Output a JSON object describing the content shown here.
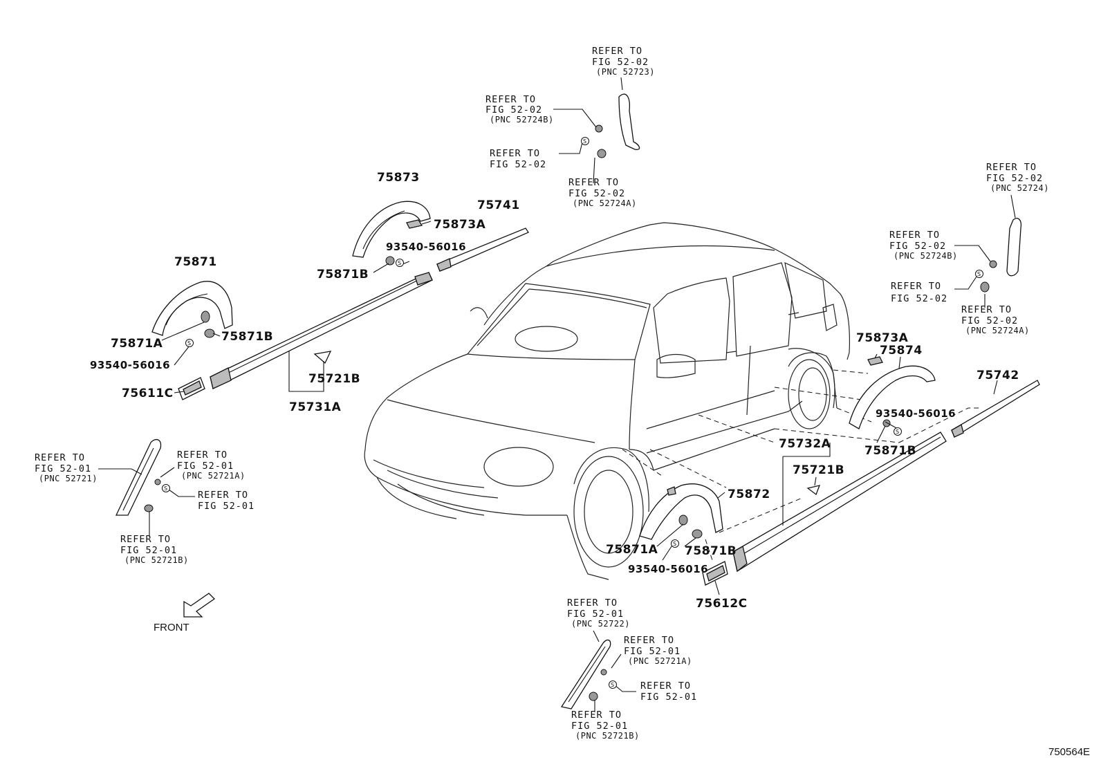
{
  "diagram_id": "750564E",
  "front_label": "FRONT",
  "s_mark": "S",
  "parts": {
    "p75873": "75873",
    "p75741": "75741",
    "p75873A_1": "75873A",
    "p93540_1": "93540-56016",
    "p75871B_1": "75871B",
    "p75871": "75871",
    "p75871A_1": "75871A",
    "p75871B_2": "75871B",
    "p93540_2": "93540-56016",
    "p75721B_1": "75721B",
    "p75611C": "75611C",
    "p75731A": "75731A",
    "p75873A_2": "75873A",
    "p75874": "75874",
    "p75742": "75742",
    "p93540_3": "93540-56016",
    "p75871B_3": "75871B",
    "p75732A": "75732A",
    "p75721B_2": "75721B",
    "p75872": "75872",
    "p75871A_2": "75871A",
    "p75871B_4": "75871B",
    "p93540_4": "93540-56016",
    "p75612C": "75612C"
  },
  "refs": {
    "top_main": [
      "REFER TO",
      "FIG 52-02",
      "(PNC 52723)"
    ],
    "top_left_a": [
      "REFER TO",
      "FIG 52-02",
      "(PNC 52724B)"
    ],
    "top_left_b": [
      "REFER TO",
      "FIG 52-02"
    ],
    "top_bottom": [
      "REFER TO",
      "FIG 52-02",
      "(PNC 52724A)"
    ],
    "right_main": [
      "REFER TO",
      "FIG 52-02",
      "(PNC 52724)"
    ],
    "right_a": [
      "REFER TO",
      "FIG 52-02",
      "(PNC 52724B)"
    ],
    "right_b": [
      "REFER TO",
      "FIG 52-02"
    ],
    "right_c": [
      "REFER TO",
      "FIG 52-02",
      "(PNC 52724A)"
    ],
    "left_main": [
      "REFER TO",
      "FIG 52-01",
      "(PNC 52721)"
    ],
    "left_a": [
      "REFER TO",
      "FIG 52-01",
      "(PNC 52721A)"
    ],
    "left_b": [
      "REFER TO",
      "FIG 52-01"
    ],
    "left_c": [
      "REFER TO",
      "FIG 52-01",
      "(PNC 52721B)"
    ],
    "bot_main": [
      "REFER TO",
      "FIG 52-01",
      "(PNC 52722)"
    ],
    "bot_a": [
      "REFER TO",
      "FIG 52-01",
      "(PNC 52721A)"
    ],
    "bot_b": [
      "REFER TO",
      "FIG 52-01"
    ],
    "bot_c": [
      "REFER TO",
      "FIG 52-01",
      "(PNC 52721B)"
    ]
  }
}
